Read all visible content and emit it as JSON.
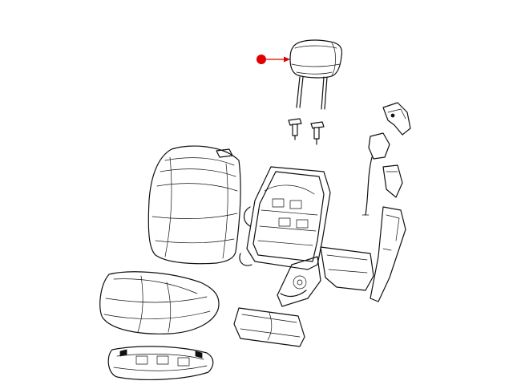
{
  "diagram": {
    "type": "exploded-parts-view",
    "subject": "seat",
    "highlighted_part": "headrest",
    "callout_color": "#e00000",
    "line_color": "#111111",
    "background": "#ffffff",
    "parts": [
      {
        "id": "headrest",
        "highlighted": true
      },
      {
        "id": "headrest-guide-sleeves",
        "highlighted": false
      },
      {
        "id": "seat-back-cushion",
        "highlighted": false
      },
      {
        "id": "seat-back-frame",
        "highlighted": false
      },
      {
        "id": "seat-cushion",
        "highlighted": false
      },
      {
        "id": "seat-cushion-pan",
        "highlighted": false
      },
      {
        "id": "recliner-handle-bracket",
        "highlighted": false
      },
      {
        "id": "recliner-cable-assembly",
        "highlighted": false
      },
      {
        "id": "side-shield",
        "highlighted": false
      },
      {
        "id": "rear-trim-panel",
        "highlighted": false
      }
    ]
  }
}
